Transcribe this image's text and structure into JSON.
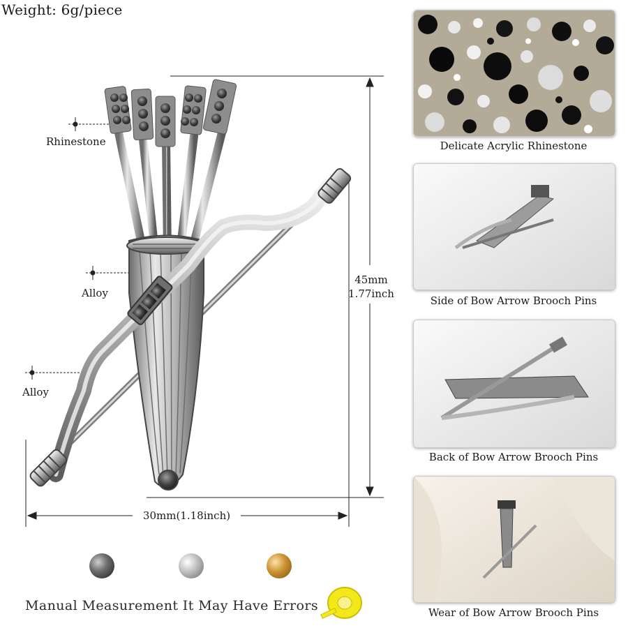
{
  "weight_label": "Weight: 6g/piece",
  "callouts": {
    "rhinestone": "Rhinestone",
    "alloy_1": "Alloy",
    "alloy_2": "Alloy"
  },
  "dimensions": {
    "height_mm": "45mm",
    "height_inch": "1.77inch",
    "width": "30mm(1.18inch)"
  },
  "color_swatches": [
    {
      "name": "black-silver",
      "color": "#3a3a3a"
    },
    {
      "name": "silver",
      "color": "#bdbdbd"
    },
    {
      "name": "bronze",
      "color": "#c9902f"
    }
  ],
  "note": "Manual Measurement  It May Have Errors",
  "thumbnails": [
    {
      "caption": "Delicate Acrylic Rhinestone"
    },
    {
      "caption": "Side of Bow Arrow Brooch Pins"
    },
    {
      "caption": "Back of Bow Arrow Brooch Pins"
    },
    {
      "caption": "Wear of Bow Arrow Brooch Pins"
    }
  ]
}
